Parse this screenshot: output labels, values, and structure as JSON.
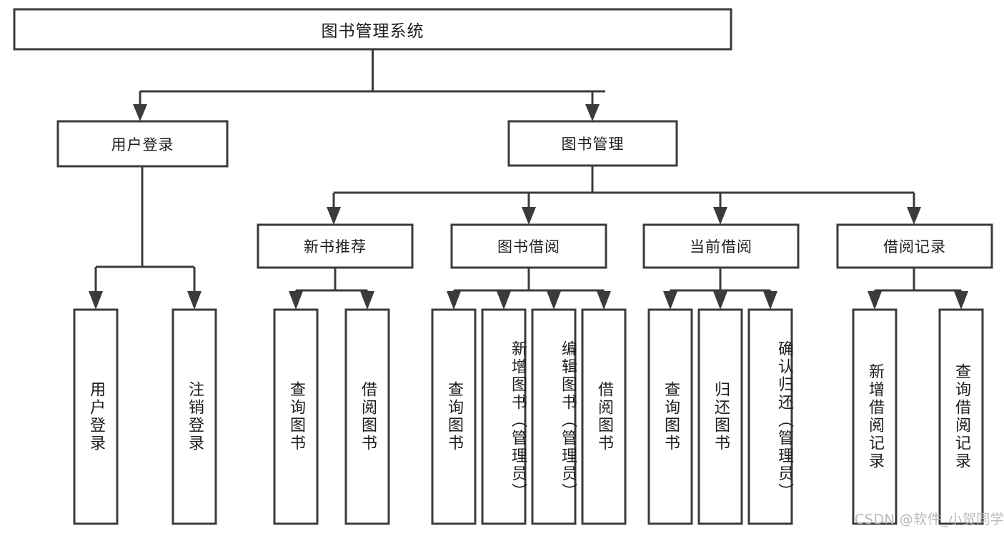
{
  "diagram": {
    "type": "tree",
    "orientation": "top-down",
    "title_node": "图书管理系统",
    "watermark": "CSDN @软件_小贺同学",
    "colors": {
      "stroke": "#3b3b3b",
      "fill": "#ffffff",
      "text": "#1d1d1d",
      "watermark": "#b9b9b9",
      "background": "#ffffff"
    },
    "root": {
      "id": "root",
      "label": "图书管理系统"
    },
    "level2": [
      {
        "id": "user-login",
        "label": "用户登录"
      },
      {
        "id": "book-manage",
        "label": "图书管理"
      }
    ],
    "level3": [
      {
        "id": "new-book-recommend",
        "label": "新书推荐",
        "parent": "book-manage"
      },
      {
        "id": "book-borrow",
        "label": "图书借阅",
        "parent": "book-manage"
      },
      {
        "id": "current-borrow",
        "label": "当前借阅",
        "parent": "book-manage"
      },
      {
        "id": "borrow-record",
        "label": "借阅记录",
        "parent": "book-manage"
      }
    ],
    "leaves": {
      "user-login": [
        {
          "id": "leaf-user-login",
          "label": "用户登录"
        },
        {
          "id": "leaf-user-logout",
          "label": "注销登录"
        }
      ],
      "new-book-recommend": [
        {
          "id": "leaf-query-book-1",
          "label": "查询图书"
        },
        {
          "id": "leaf-borrow-book-1",
          "label": "借阅图书"
        }
      ],
      "book-borrow": [
        {
          "id": "leaf-query-book-2",
          "label": "查询图书"
        },
        {
          "id": "leaf-add-book",
          "label": "新增图书（管理员）"
        },
        {
          "id": "leaf-edit-book",
          "label": "编辑图书（管理员）"
        },
        {
          "id": "leaf-borrow-book-2",
          "label": "借阅图书"
        }
      ],
      "current-borrow": [
        {
          "id": "leaf-query-book-3",
          "label": "查询图书"
        },
        {
          "id": "leaf-return-book",
          "label": "归还图书"
        },
        {
          "id": "leaf-confirm-return",
          "label": "确认归还（管理员）"
        }
      ],
      "borrow-record": [
        {
          "id": "leaf-add-record",
          "label": "新增借阅记录"
        },
        {
          "id": "leaf-query-record",
          "label": "查询借阅记录"
        }
      ]
    }
  }
}
